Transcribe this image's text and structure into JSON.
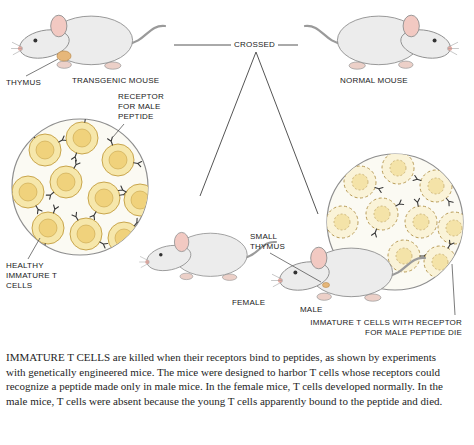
{
  "diagram": {
    "caption": "IMMATURE T CELLS are killed when their receptors bind to peptides, as shown by experiments with genetically engineered mice. The mice were designed to harbor T cells whose receptors could recognize a peptide made only in male mice. In the female mice, T cells developed normally. In the male mice, T cells were absent because the young T cells apparently bound to the peptide and died.",
    "labels": [
      "THYMUS",
      "TRANSGENIC MOUSE",
      "CROSSED",
      "NORMAL MOUSE",
      "RECEPTOR FOR MALE PEPTIDE",
      "HEALTHY IMMATURE T CELLS",
      "FEMALE",
      "SMALL THYMUS",
      "MALE",
      "IMMATURE T CELLS WITH RECEPTOR FOR MALE PEPTIDE DIE"
    ]
  }
}
